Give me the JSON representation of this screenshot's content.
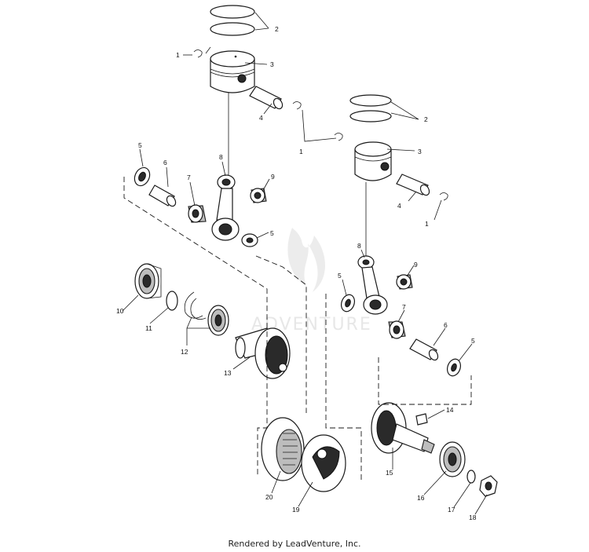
{
  "watermark": "ADVENTURE",
  "credit": "Rendered by LeadVenture, Inc.",
  "callouts": {
    "c1a": "1",
    "c1b": "1",
    "c1c": "1",
    "c2a": "2",
    "c2b": "2",
    "c3a": "3",
    "c3b": "3",
    "c4a": "4",
    "c4b": "4",
    "c5a": "5",
    "c5b": "5",
    "c5c": "5",
    "c5d": "5",
    "c6a": "6",
    "c6b": "6",
    "c7a": "7",
    "c7b": "7",
    "c8a": "8",
    "c8b": "8",
    "c9a": "9",
    "c9b": "9",
    "c10": "10",
    "c11": "11",
    "c12": "12",
    "c13": "13",
    "c14": "14",
    "c15": "15",
    "c16": "16",
    "c17": "17",
    "c18": "18",
    "c19": "19",
    "c20": "20"
  }
}
